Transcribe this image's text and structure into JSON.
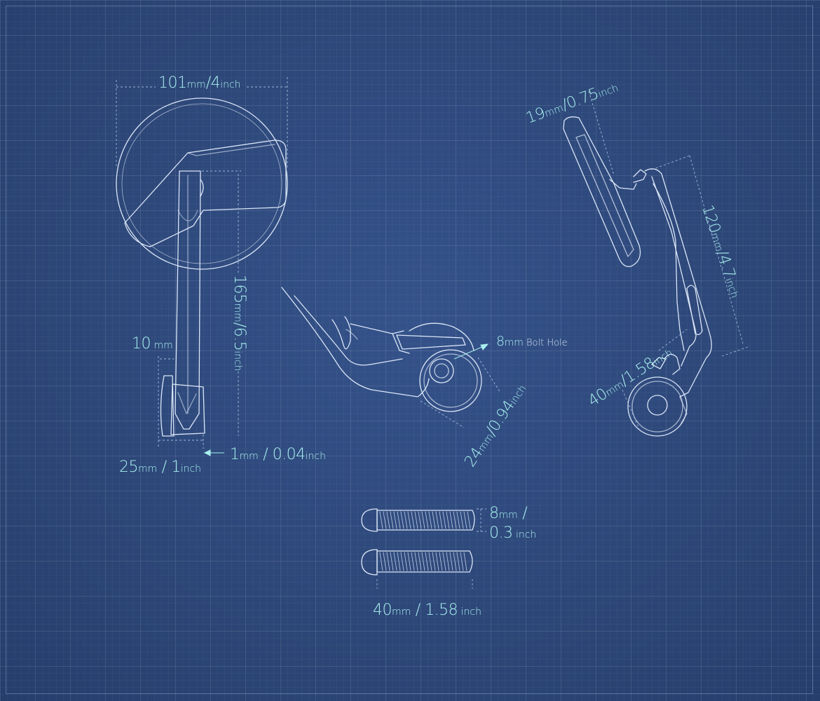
{
  "colors": {
    "background": "#2d4778",
    "line": "#dbe6f7",
    "dimension_text": "#a8f0ee",
    "dimension_line": "#9fb6da"
  },
  "dimensions": {
    "mirror_width": {
      "value": "101",
      "unit": "mm",
      "sep": "/",
      "value2": "4",
      "unit2": "inch"
    },
    "arm_height": {
      "value": "165",
      "unit": "mm",
      "sep": "/",
      "value2": "6.5",
      "unit2": "inch"
    },
    "offset": {
      "value": "10",
      "unit": " mm"
    },
    "base_width": {
      "value": "25",
      "unit": "mm",
      "sep": " / ",
      "value2": "1",
      "unit2": "inch"
    },
    "gap": {
      "value": "1",
      "unit": "mm",
      "sep": " / ",
      "value2": "0.04",
      "unit2": "inch"
    },
    "bolt_hole": {
      "value": "8",
      "unit": "mm",
      "label": " Bolt Hole"
    },
    "clamp_dia": {
      "value": "24",
      "unit": "mm",
      "sep": "/",
      "value2": "0.94",
      "unit2": "inch"
    },
    "mirror_thickness": {
      "value": "19",
      "unit": "mm",
      "sep": "/",
      "value2": "0.75",
      "unit2": "inch"
    },
    "arm_length": {
      "value": "120",
      "unit": "mm",
      "sep": "/",
      "value2": "4.7",
      "unit2": "inch"
    },
    "side_base": {
      "value": "40",
      "unit": "mm",
      "sep": "/",
      "value2": "1.58",
      "unit2": "inch"
    },
    "bolt_dia": {
      "value": "8",
      "unit": "mm",
      "sep": " /",
      "value2": "0.3",
      "unit2": " inch"
    },
    "bolt_length": {
      "value": "40",
      "unit": "mm",
      "sep": " / ",
      "value2": "1.58",
      "unit2": " inch"
    }
  }
}
